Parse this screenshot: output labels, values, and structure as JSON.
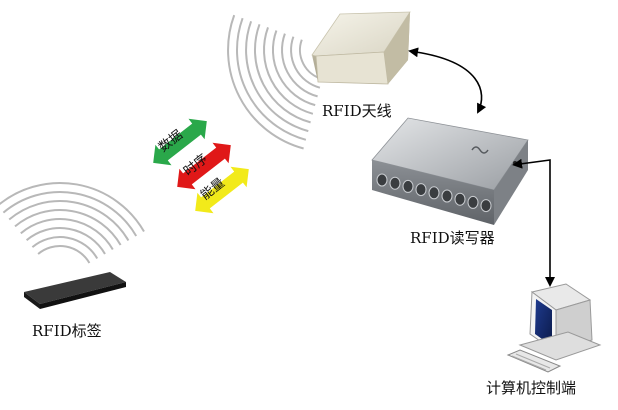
{
  "labels": {
    "antenna": "RFID天线",
    "reader": "RFID读写器",
    "tag": "RFID标签",
    "computer": "计算机控制端"
  },
  "arrows": [
    {
      "text": "数据",
      "color": "#2aa84a"
    },
    {
      "text": "时序",
      "color": "#e01818"
    },
    {
      "text": "能量",
      "color": "#f2ea1a"
    }
  ],
  "icons": [
    "antenna-icon",
    "reader-icon",
    "rfid-tag-icon",
    "computer-icon",
    "radio-wave-icon"
  ]
}
